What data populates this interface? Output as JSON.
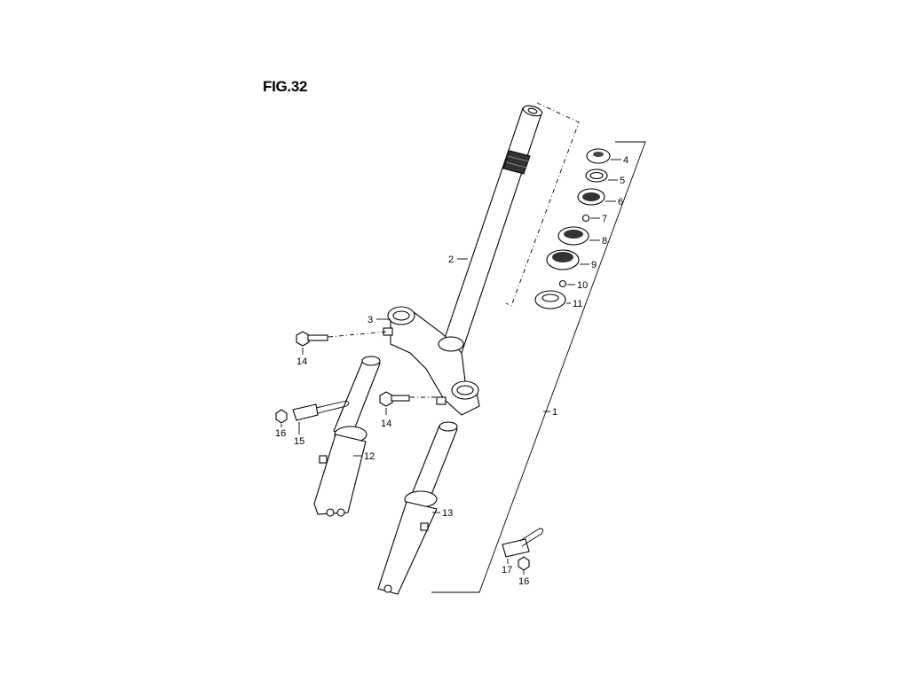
{
  "figure": {
    "title": "FIG.32"
  },
  "callouts": {
    "c1": "1",
    "c2": "2",
    "c3": "3",
    "c4": "4",
    "c5": "5",
    "c6": "6",
    "c7": "7",
    "c8": "8",
    "c9": "9",
    "c10": "10",
    "c11": "11",
    "c12": "12",
    "c13": "13",
    "c14a": "14",
    "c14b": "14",
    "c15": "15",
    "c16a": "16",
    "c16b": "16",
    "c17": "17"
  },
  "colors": {
    "ink": "#000000",
    "background": "#ffffff",
    "shade": "#444444"
  }
}
